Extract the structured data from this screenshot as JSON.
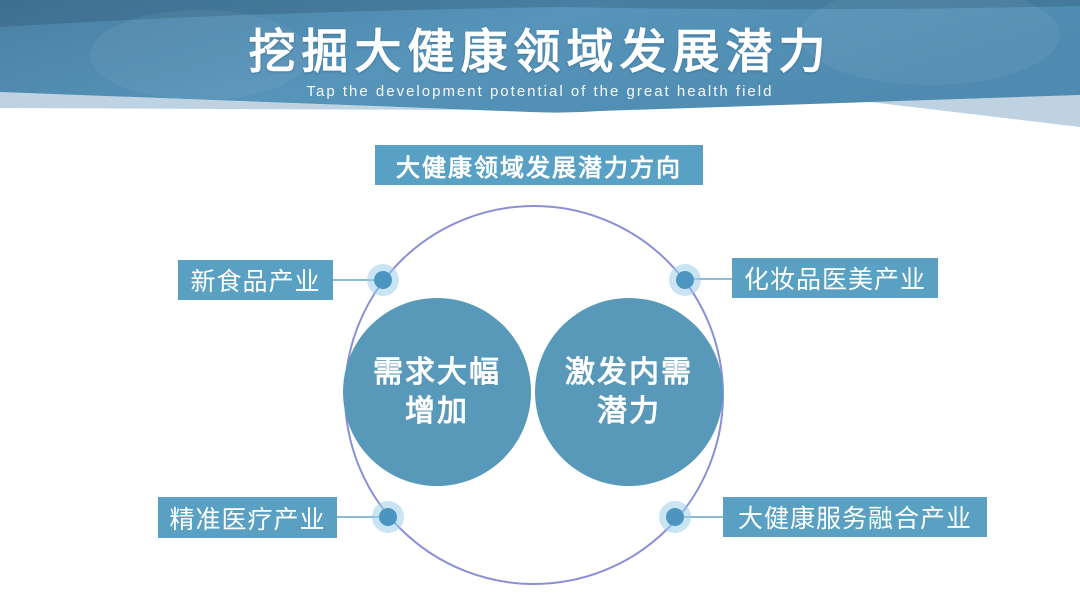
{
  "header": {
    "title": "挖掘大健康领域发展潜力",
    "subtitle": "Tap the development potential of the great health field"
  },
  "banner": {
    "label": "大健康领域发展潜力方向"
  },
  "diagram": {
    "center_nodes": [
      {
        "line1": "需求大幅",
        "line2": "增加"
      },
      {
        "line1": "激发内需",
        "line2": "潜力"
      }
    ],
    "branches": [
      {
        "label": "新食品产业",
        "position": "top-left"
      },
      {
        "label": "化妆品医美产业",
        "position": "top-right"
      },
      {
        "label": "精准医疗产业",
        "position": "bottom-left"
      },
      {
        "label": "大健康服务融合产业",
        "position": "bottom-right"
      }
    ]
  },
  "colors": {
    "header_top": "#4a80a4",
    "header_mid": "#5694ba",
    "header_right": "#4f8bb0",
    "banner_bg": "#58a1c5",
    "node_fill": "#5899b9",
    "label_bg": "#59a0c2",
    "ring_stroke": "#8b90d6",
    "dot_core": "#4c95c0",
    "connector": "#8cbbd6",
    "text_light": "#ffffff"
  }
}
